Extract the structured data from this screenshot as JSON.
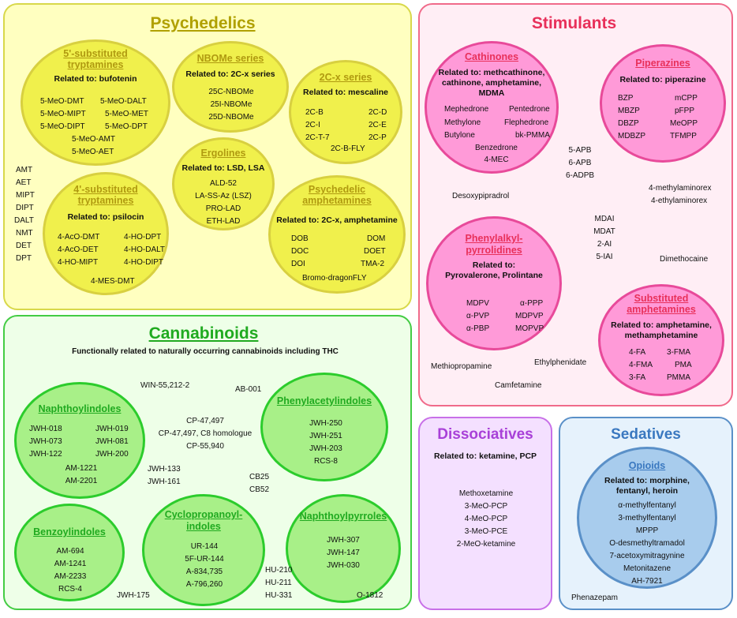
{
  "psychedelics": {
    "title": "Psychedelics",
    "loose": [
      "AMT",
      "AET",
      "MIPT",
      "DIPT",
      "DALT",
      "NMT",
      "DET",
      "DPT"
    ],
    "five_sub": {
      "title1": "5'-substituted",
      "title2": "tryptamines",
      "related": "Related to: bufotenin",
      "items": [
        "5-MeO-DMT",
        "5-MeO-DALT",
        "5-MeO-MIPT",
        "5-MeO-MET",
        "5-MeO-DIPT",
        "5-MeO-DPT",
        "5-MeO-AMT",
        "5-MeO-AET"
      ]
    },
    "nbome": {
      "title": "NBOMe series",
      "related": "Related to: 2C-x series",
      "items": [
        "25C-NBOMe",
        "25I-NBOMe",
        "25D-NBOMe"
      ]
    },
    "twoc": {
      "title": "2C-x series",
      "related": "Related to: mescaline",
      "items": [
        "2C-B",
        "2C-D",
        "2C-I",
        "2C-E",
        "2C-T-7",
        "2C-P",
        "2C-B-FLY"
      ]
    },
    "ergolines": {
      "title": "Ergolines",
      "related": "Related to: LSD, LSA",
      "items": [
        "ALD-52",
        "LA-SS-Az (LSZ)",
        "PRO-LAD",
        "ETH-LAD"
      ]
    },
    "four_sub": {
      "title1": "4'-substituted",
      "title2": "tryptamines",
      "related": "Related to: psilocin",
      "items": [
        "4-AcO-DMT",
        "4-HO-DPT",
        "4-AcO-DET",
        "4-HO-DALT",
        "4-HO-MIPT",
        "4-HO-DIPT",
        "4-MES-DMT"
      ]
    },
    "psy_amph": {
      "title1": "Psychedelic",
      "title2": "amphetamines",
      "related": "Related to: 2C-x, amphetamine",
      "items": [
        "DOB",
        "DOM",
        "DOC",
        "DOET",
        "DOI",
        "TMA-2",
        "Bromo-dragonFLY"
      ]
    }
  },
  "stimulants": {
    "title": "Stimulants",
    "cathinones": {
      "title": "Cathinones",
      "related1": "Related to: methcathinone,",
      "related2": "cathinone, amphetamine,",
      "related3": "MDMA",
      "items": [
        "Mephedrone",
        "Pentedrone",
        "Methylone",
        "Flephedrone",
        "Butylone",
        "bk-PMMA",
        "Benzedrone",
        "4-MEC"
      ]
    },
    "piperazines": {
      "title": "Piperazines",
      "related": "Related to: piperazine",
      "items": [
        "BZP",
        "mCPP",
        "MBZP",
        "pFPP",
        "DBZP",
        "MeOPP",
        "MDBZP",
        "TFMPP"
      ]
    },
    "phenylalkyl": {
      "title1": "Phenylalkyl-",
      "title2": "pyrrolidines",
      "related1": "Related to:",
      "related2": "Pyrovalerone, Prolintane",
      "items": [
        "MDPV",
        "α-PPP",
        "α-PVP",
        "MDPVP",
        "α-PBP",
        "MOPVP"
      ]
    },
    "subst_amph": {
      "title1": "Substituted",
      "title2": "amphetamines",
      "related1": "Related to: amphetamine,",
      "related2": "methamphetamine",
      "items": [
        "4-FA",
        "3-FMA",
        "4-FMA",
        "PMA",
        "3-FA",
        "PMMA"
      ]
    },
    "loose": [
      "5-APB",
      "6-APB",
      "6-ADPB",
      "Desoxypipradrol",
      "4-methylaminorex",
      "4-ethylaminorex",
      "MDAI",
      "MDAT",
      "2-AI",
      "5-IAI",
      "Dimethocaine",
      "Methiopropamine",
      "Ethylphenidate",
      "Camfetamine"
    ]
  },
  "cannabinoids": {
    "title": "Cannabinoids",
    "subtitle": "Functionally related to naturally occurring cannabinoids including THC",
    "naphthoyl": {
      "title": "Naphthoylindoles",
      "items": [
        "JWH-018",
        "JWH-019",
        "JWH-073",
        "JWH-081",
        "JWH-122",
        "JWH-200",
        "AM-1221",
        "AM-2201"
      ]
    },
    "phenylacetyl": {
      "title": "Phenylacetylindoles",
      "items": [
        "JWH-250",
        "JWH-251",
        "JWH-203",
        "RCS-8"
      ]
    },
    "benzoyl": {
      "title": "Benzoylindoles",
      "items": [
        "AM-694",
        "AM-1241",
        "AM-2233",
        "RCS-4"
      ]
    },
    "cyclopropanoyl": {
      "title1": "Cyclopropanoyl-",
      "title2": "indoles",
      "items": [
        "UR-144",
        "5F-UR-144",
        "A-834,735",
        "A-796,260"
      ]
    },
    "naphthoylpyrroles": {
      "title": "Naphthoylpyrroles",
      "items": [
        "JWH-307",
        "JWH-147",
        "JWH-030"
      ]
    },
    "loose": [
      "WIN-55,212-2",
      "AB-001",
      "CP-47,497",
      "CP-47,497,  C8  homologue",
      "CP-55,940",
      "JWH-133",
      "JWH-161",
      "CB25",
      "CB52",
      "HU-210",
      "HU-211",
      "HU-331",
      "JWH-175",
      "O-1812"
    ]
  },
  "dissociatives": {
    "title": "Dissociatives",
    "related": "Related to: ketamine, PCP",
    "items": [
      "Methoxetamine",
      "3-MeO-PCP",
      "4-MeO-PCP",
      "3-MeO-PCE",
      "2-MeO-ketamine"
    ]
  },
  "sedatives": {
    "title": "Sedatives",
    "opioids": {
      "title": "Opioids",
      "related1": "Related to: morphine,",
      "related2": "fentanyl, heroin",
      "items": [
        "α-methylfentanyl",
        "3-methylfentanyl",
        "MPPP",
        "O-desmethyltramadol",
        "7-acetoxymitragynine",
        "Metonitazene",
        "AH-7921"
      ]
    },
    "loose": [
      "Phenazepam"
    ]
  },
  "colors": {
    "psy_fill": "#ffffc0",
    "psy_border": "#d8d84a",
    "psy_title": "#b0a000",
    "stim_fill": "#ffeef5",
    "stim_border": "#f06a8a",
    "stim_title": "#e8305a",
    "stim_circle": "#ff9ad8",
    "can_fill": "#eeffe8",
    "can_border": "#44cc44",
    "can_title": "#20aa20",
    "can_circle": "#a8f088",
    "dis_fill": "#f4e0ff",
    "dis_border": "#c870e8",
    "dis_title": "#a840d8",
    "sed_fill": "#e6f2fc",
    "sed_border": "#5a90c8",
    "sed_title": "#3a78c0",
    "sed_circle": "#a8cced"
  }
}
